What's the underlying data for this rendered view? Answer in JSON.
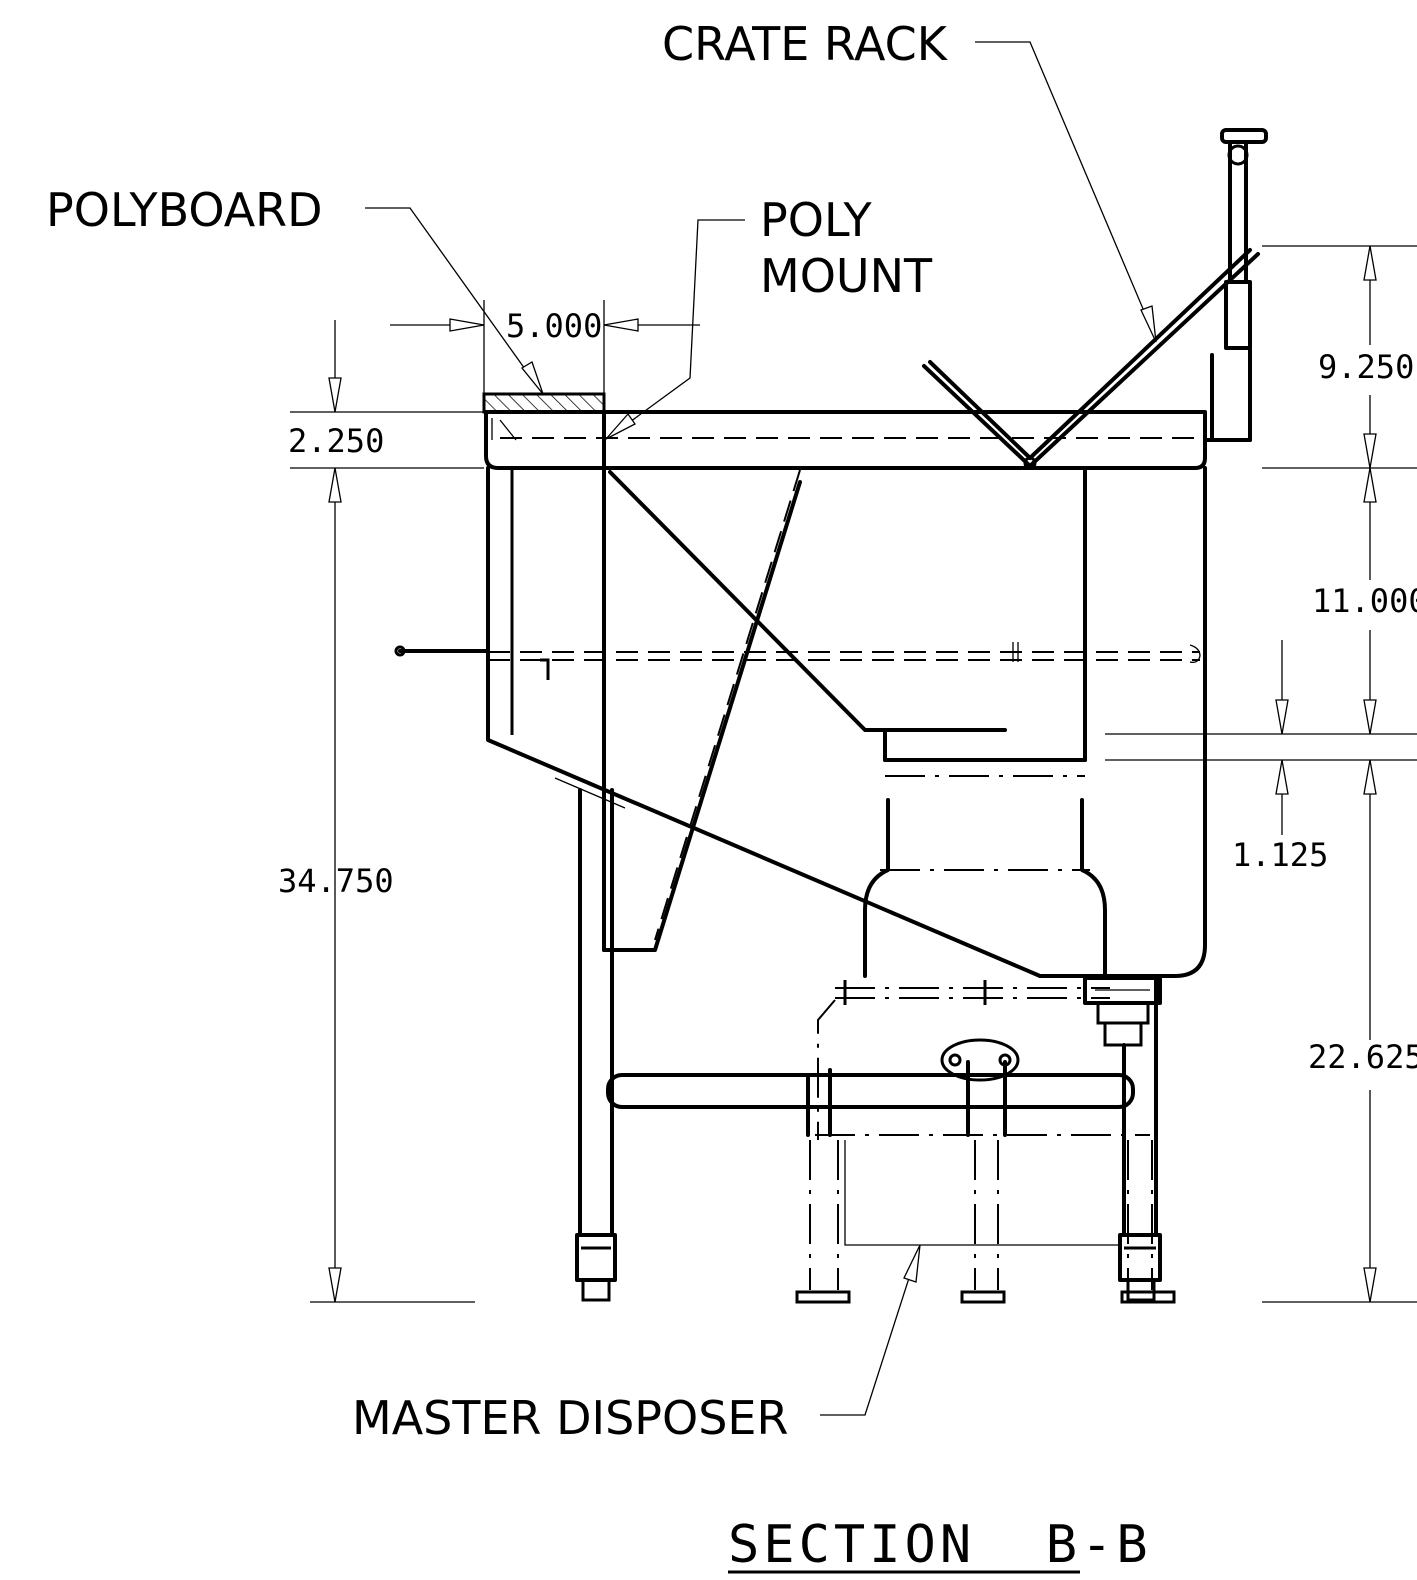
{
  "callouts": {
    "crate_rack": "CRATE RACK",
    "polyboard": "POLYBOARD",
    "poly_mount_line1": "POLY",
    "poly_mount_line2": "MOUNT",
    "master_disposer": "MASTER DISPOSER"
  },
  "dimensions": {
    "poly_width": "5.000",
    "top_thickness": "2.250",
    "overall_height": "34.750",
    "rack_height": "9.250",
    "tank_depth": "11.000",
    "bottom_offset": "1.125",
    "floor_to_bottom": "22.625"
  },
  "title": "SECTION  B-B"
}
